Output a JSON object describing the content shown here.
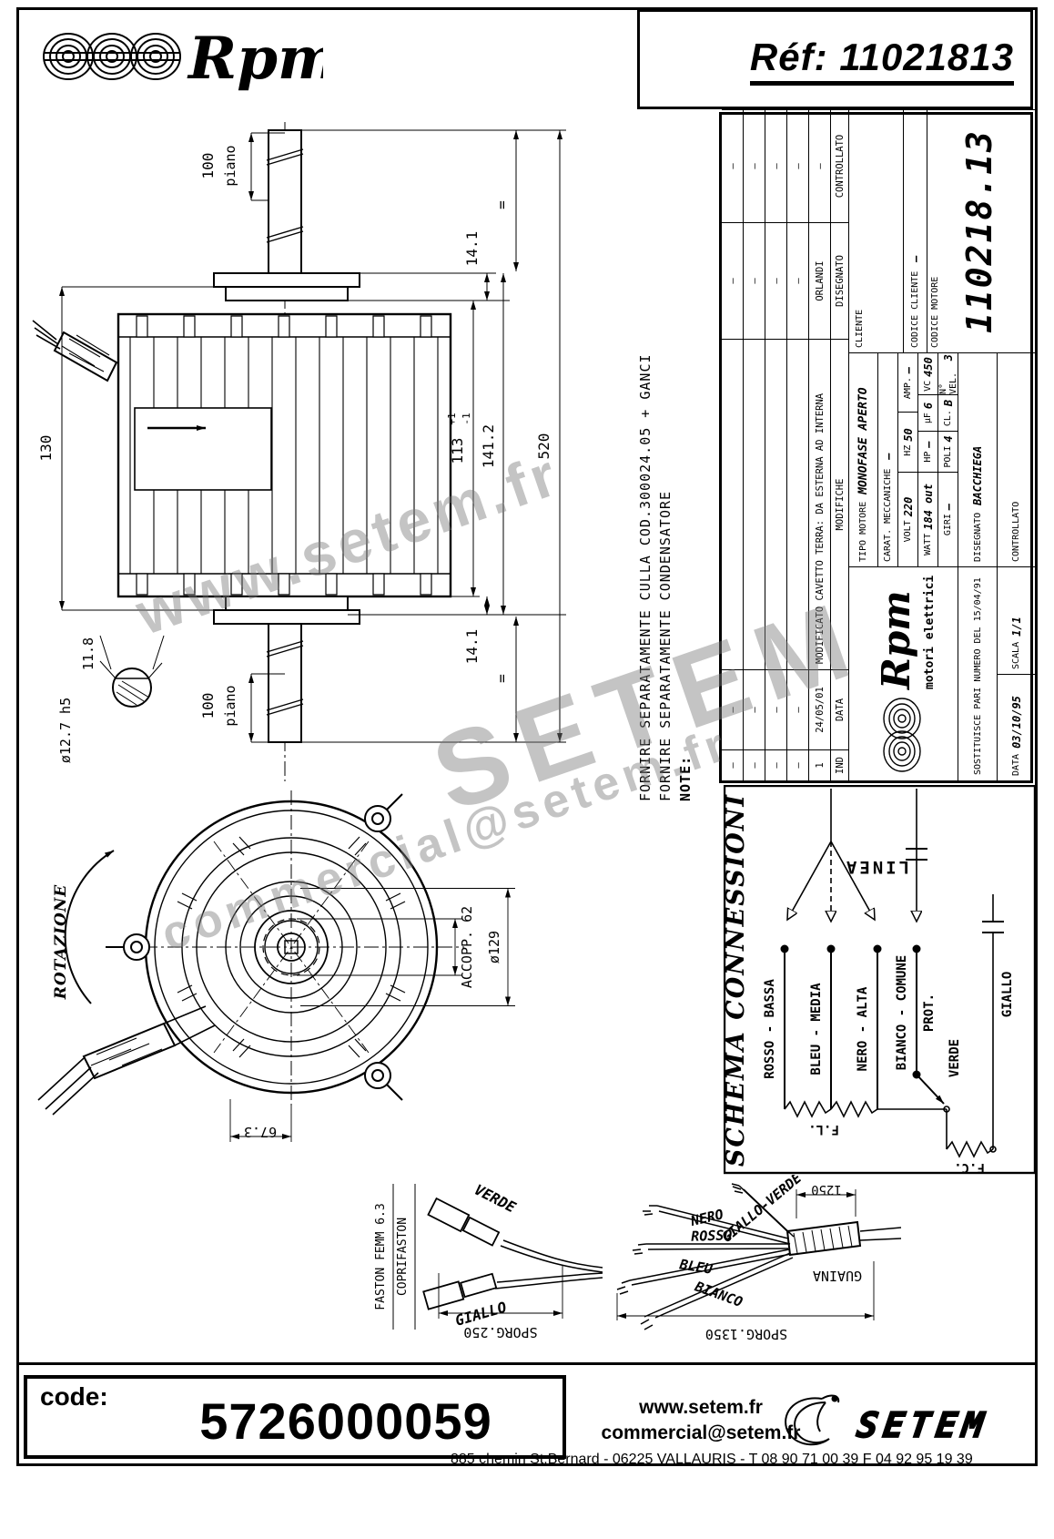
{
  "header": {
    "brand": "Rpm",
    "ref": "Réf: 11021813"
  },
  "note": {
    "label": "NOTE:",
    "line1": "FORNIRE SEPARATAMENTE CULLA COD.300024.05 + GANCI",
    "line2": "FORNIRE SEPARATAMENTE CONDENSATORE"
  },
  "side_view": {
    "dim_shaft_top": "100",
    "dim_shaft_top_word": "piano",
    "dim_body": "130",
    "dim_flange_top": "14.1",
    "dim_141_2": "141.2",
    "dim_total": "520",
    "dim_113": "113",
    "tol_plus": "+1",
    "tol_minus": "-1",
    "equal_top": "=",
    "equal_bottom": "=",
    "dim_flange_bottom": "14.1",
    "dim_shaft_bottom": "100",
    "dim_shaft_bottom_word": "piano",
    "dim_11_8": "11.8",
    "dim_shaft_dia": "ø12.7 h5"
  },
  "front_view": {
    "rotazione": "ROTAZIONE",
    "accopp": "ACCOPP. 62",
    "dia": "ø129",
    "dim_67_3": "67.3"
  },
  "title_block": {
    "revisions": {
      "headers": {
        "ind": "IND",
        "date": "DATA",
        "modifiche": "MODIFICHE",
        "disegnato": "DISEGNATO",
        "controllato": "CONTROLLATO"
      },
      "rows": [
        {
          "ind": "–",
          "date": "–",
          "modifiche": "",
          "disegnato": "–",
          "controllato": "–"
        },
        {
          "ind": "–",
          "date": "–",
          "modifiche": "",
          "disegnato": "–",
          "controllato": "–"
        },
        {
          "ind": "–",
          "date": "–",
          "modifiche": "",
          "disegnato": "–",
          "controllato": "–"
        },
        {
          "ind": "–",
          "date": "–",
          "modifiche": "",
          "disegnato": "–",
          "controllato": "–"
        },
        {
          "ind": "1",
          "date": "24/05/01",
          "modifiche": "MODIFICATO CAVETTO TERRA: DA ESTERNA AD INTERNA",
          "disegnato": "ORLANDI",
          "controllato": "–"
        }
      ]
    },
    "tipo_label": "TIPO MOTORE",
    "tipo_value": "MONOFASE APERTO",
    "carat_label": "CARAT. MECCANICHE",
    "carat_value": "–",
    "volt_label": "VOLT",
    "volt": "220",
    "hz_label": "HZ",
    "hz": "50",
    "amp_label": "AMP.",
    "amp": "–",
    "watt_label": "WATT",
    "watt": "184 out",
    "hp_label": "HP",
    "hp": "–",
    "uf_label": "µF",
    "uf": "6",
    "vc_label": "VC",
    "vc": "450",
    "giri_label": "GIRI",
    "giri": "–",
    "poli_label": "POLI",
    "poli": "4",
    "cl_label": "CL.",
    "cl": "B",
    "nvel_label": "N° VEL.",
    "nvel": "3",
    "cliente_label": "CLIENTE",
    "cliente": "",
    "codcli_label": "CODICE CLIENTE",
    "codcli": "–",
    "codmot_label": "CODICE MOTORE",
    "codmot": "110218.13",
    "logo_brand": "Rpm",
    "logo_sub": "motori elettrici",
    "sostituisce": "SOSTITUISCE PARI NUMERO DEL  15/04/91",
    "data_label": "DATA",
    "data_value": "03/10/95",
    "scala_label": "SCALA",
    "scala_value": "1/1",
    "disegnato_label": "DISEGNATO",
    "disegnato_value": "BACCHIEGA",
    "controllato_label": "CONTROLLATO",
    "controllato_value": ""
  },
  "schema": {
    "title": "SCHEMA CONNESSIONI",
    "linea": "LINEA",
    "wire1": "ROSSO - BASSA",
    "wire2": "BLEU - MEDIA",
    "wire3": "NERO - ALTA",
    "wire4": "BIANCO - COMUNE",
    "prot": "PROT.",
    "verde": "VERDE",
    "giallo": "GIALLO",
    "fl": "F.L.",
    "fc": "F.C."
  },
  "cable_left": {
    "faston": "FASTON FEMM 6.3",
    "coprifaston": "COPRIFASTON",
    "verde": "VERDE",
    "giallo": "GIALLO",
    "sporg": "SPORG.250"
  },
  "cable_right": {
    "gv": "GIALLO-VERDE",
    "nero": "NERO",
    "rosso": "ROSSO",
    "bleu": "BLEU",
    "bianco": "BIANCO",
    "guaina": "GUAINA",
    "len": "1250",
    "sporg": "SPORG.1350"
  },
  "watermarks": {
    "w1": "www.setem.fr",
    "w2": "SETEM",
    "w3": "commercial@setem.fr"
  },
  "footer": {
    "code_label": "code:",
    "code": "5726000059",
    "site": "www.setem.fr",
    "email": "commercial@setem.fr",
    "brand": "SETEM",
    "address": "885 chemin St.Bernard  -  06225 VALLAURIS  -  T 08 90 71 00 39   F 04 92 95 19 39"
  }
}
